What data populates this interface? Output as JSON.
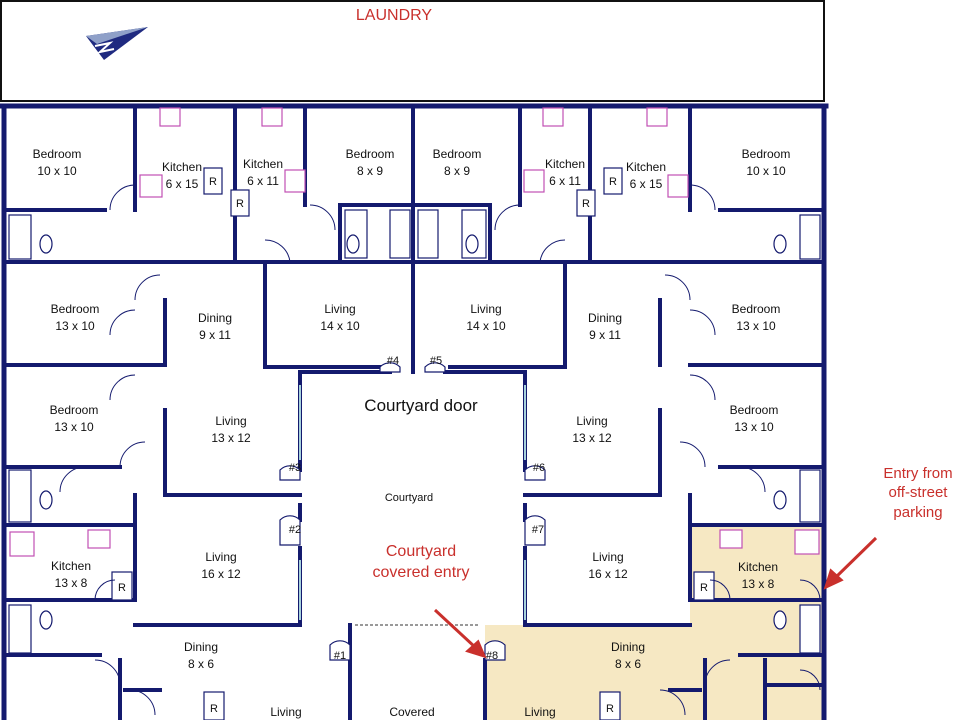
{
  "labels": {
    "laundry": "LAUNDRY",
    "courtyard_door": "Courtyard door",
    "courtyard": "Courtyard",
    "courtyard_covered_entry_line1": "Courtyard",
    "courtyard_covered_entry_line2": "covered entry",
    "covered": "Covered",
    "entry_line1": "Entry from",
    "entry_line2": "off-street",
    "entry_line3": "parking"
  },
  "units": [
    "#1",
    "#2",
    "#3",
    "#4",
    "#5",
    "#6",
    "#7",
    "#8"
  ],
  "refrigerator_label": "R",
  "rooms": {
    "bedroom_tl": {
      "name": "Bedroom",
      "dims": "10 x 10"
    },
    "kitchen_tl1": {
      "name": "Kitchen",
      "dims": "6 x 15"
    },
    "kitchen_tl2": {
      "name": "Kitchen",
      "dims": "6 x 11"
    },
    "bedroom_tm1": {
      "name": "Bedroom",
      "dims": "8 x 9"
    },
    "bedroom_tm2": {
      "name": "Bedroom",
      "dims": "8 x 9"
    },
    "kitchen_tr2": {
      "name": "Kitchen",
      "dims": "6 x 11"
    },
    "kitchen_tr1": {
      "name": "Kitchen",
      "dims": "6 x 15"
    },
    "bedroom_tr": {
      "name": "Bedroom",
      "dims": "10 x 10"
    },
    "bedroom_l2": {
      "name": "Bedroom",
      "dims": "13 x 10"
    },
    "dining_l": {
      "name": "Dining",
      "dims": "9 x 11"
    },
    "living_m1": {
      "name": "Living",
      "dims": "14 x 10"
    },
    "living_m2": {
      "name": "Living",
      "dims": "14 x 10"
    },
    "dining_r": {
      "name": "Dining",
      "dims": "9 x 11"
    },
    "bedroom_r2": {
      "name": "Bedroom",
      "dims": "13 x 10"
    },
    "bedroom_l3": {
      "name": "Bedroom",
      "dims": "13 x 10"
    },
    "living_l3": {
      "name": "Living",
      "dims": "13 x 12"
    },
    "living_r3": {
      "name": "Living",
      "dims": "13 x 12"
    },
    "bedroom_r3": {
      "name": "Bedroom",
      "dims": "13 x 10"
    },
    "kitchen_l4": {
      "name": "Kitchen",
      "dims": "13 x 8"
    },
    "living_l4": {
      "name": "Living",
      "dims": "16 x 12"
    },
    "living_r4": {
      "name": "Living",
      "dims": "16 x 12"
    },
    "kitchen_r4": {
      "name": "Kitchen",
      "dims": "13 x 8"
    },
    "dining_bl": {
      "name": "Dining",
      "dims": "8 x 6"
    },
    "dining_br": {
      "name": "Dining",
      "dims": "8 x 6"
    },
    "living_bl": {
      "name": "Living"
    },
    "living_br": {
      "name": "Living"
    }
  },
  "colors": {
    "wall": "#141a6e",
    "window": "#a8d2dc",
    "highlight": "#f6e8c3",
    "annotation": "#c9302c",
    "fixture": "#c24fb3"
  },
  "icons": [
    "north-arrow-icon",
    "annotation-arrow-icon"
  ]
}
